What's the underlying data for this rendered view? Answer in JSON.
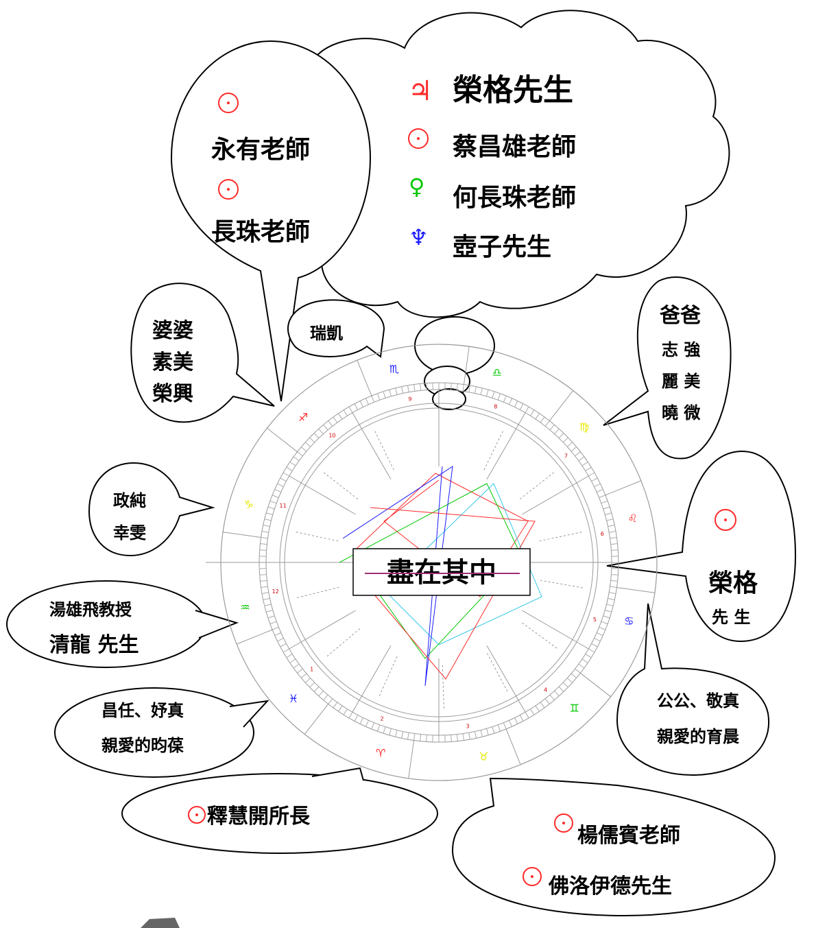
{
  "colors": {
    "red": "#ff2a2a",
    "green": "#00c800",
    "blue": "#1a1aff",
    "cyan": "#35c7e6",
    "yellow": "#e8e800",
    "chart_line": "#9a9a9a",
    "center_text": "#9b2f73"
  },
  "icons": {
    "sun": "sun-icon",
    "jupiter": "jupiter-icon",
    "venus": "venus-icon",
    "neptune": "neptune-icon"
  },
  "cloud": {
    "row1": {
      "glyph": "♃",
      "text": "榮格先生"
    },
    "row2": {
      "glyph": "☉",
      "text": "蔡昌雄老師"
    },
    "row3": {
      "glyph": "♀",
      "text": "何長珠老師"
    },
    "row4": {
      "glyph": "♆",
      "text": "壺子先生"
    }
  },
  "bubbles": {
    "top_left": {
      "line1": "永有老師",
      "line2": "長珠老師"
    },
    "popo": {
      "line1": "婆婆",
      "line2": "素美",
      "line3": "榮興"
    },
    "ruikai": {
      "text": "瑞凱"
    },
    "baba": {
      "line1": "爸爸",
      "line2": "志 強",
      "line3": "麗 美",
      "line4": "曉 微"
    },
    "zhengchun": {
      "line1": "政純",
      "line2": "幸雯"
    },
    "rongge": {
      "line1": "榮格",
      "line2": "先 生"
    },
    "tang": {
      "line1": "湯雄飛教授",
      "line2": "清龍  先生"
    },
    "gonggong": {
      "line1": "公公、敬真",
      "line2": "親愛的育晨"
    },
    "changren": {
      "line1": "昌任、妤真",
      "line2": "親愛的昀葆"
    },
    "shihui": {
      "text": "釋慧開所長"
    },
    "yang": {
      "line1": "楊儒賓老師",
      "line2": "佛洛伊德先生"
    }
  },
  "chart": {
    "center_label": "盡在其中",
    "zodiac": [
      "♏",
      "♎",
      "♍",
      "♌",
      "♋",
      "♊",
      "♉",
      "♈",
      "♓",
      "♒",
      "♑",
      "♐"
    ],
    "house_numbers": [
      "9",
      "8",
      "7",
      "6",
      "5",
      "4",
      "3",
      "2",
      "1",
      "12",
      "11",
      "10"
    ]
  }
}
